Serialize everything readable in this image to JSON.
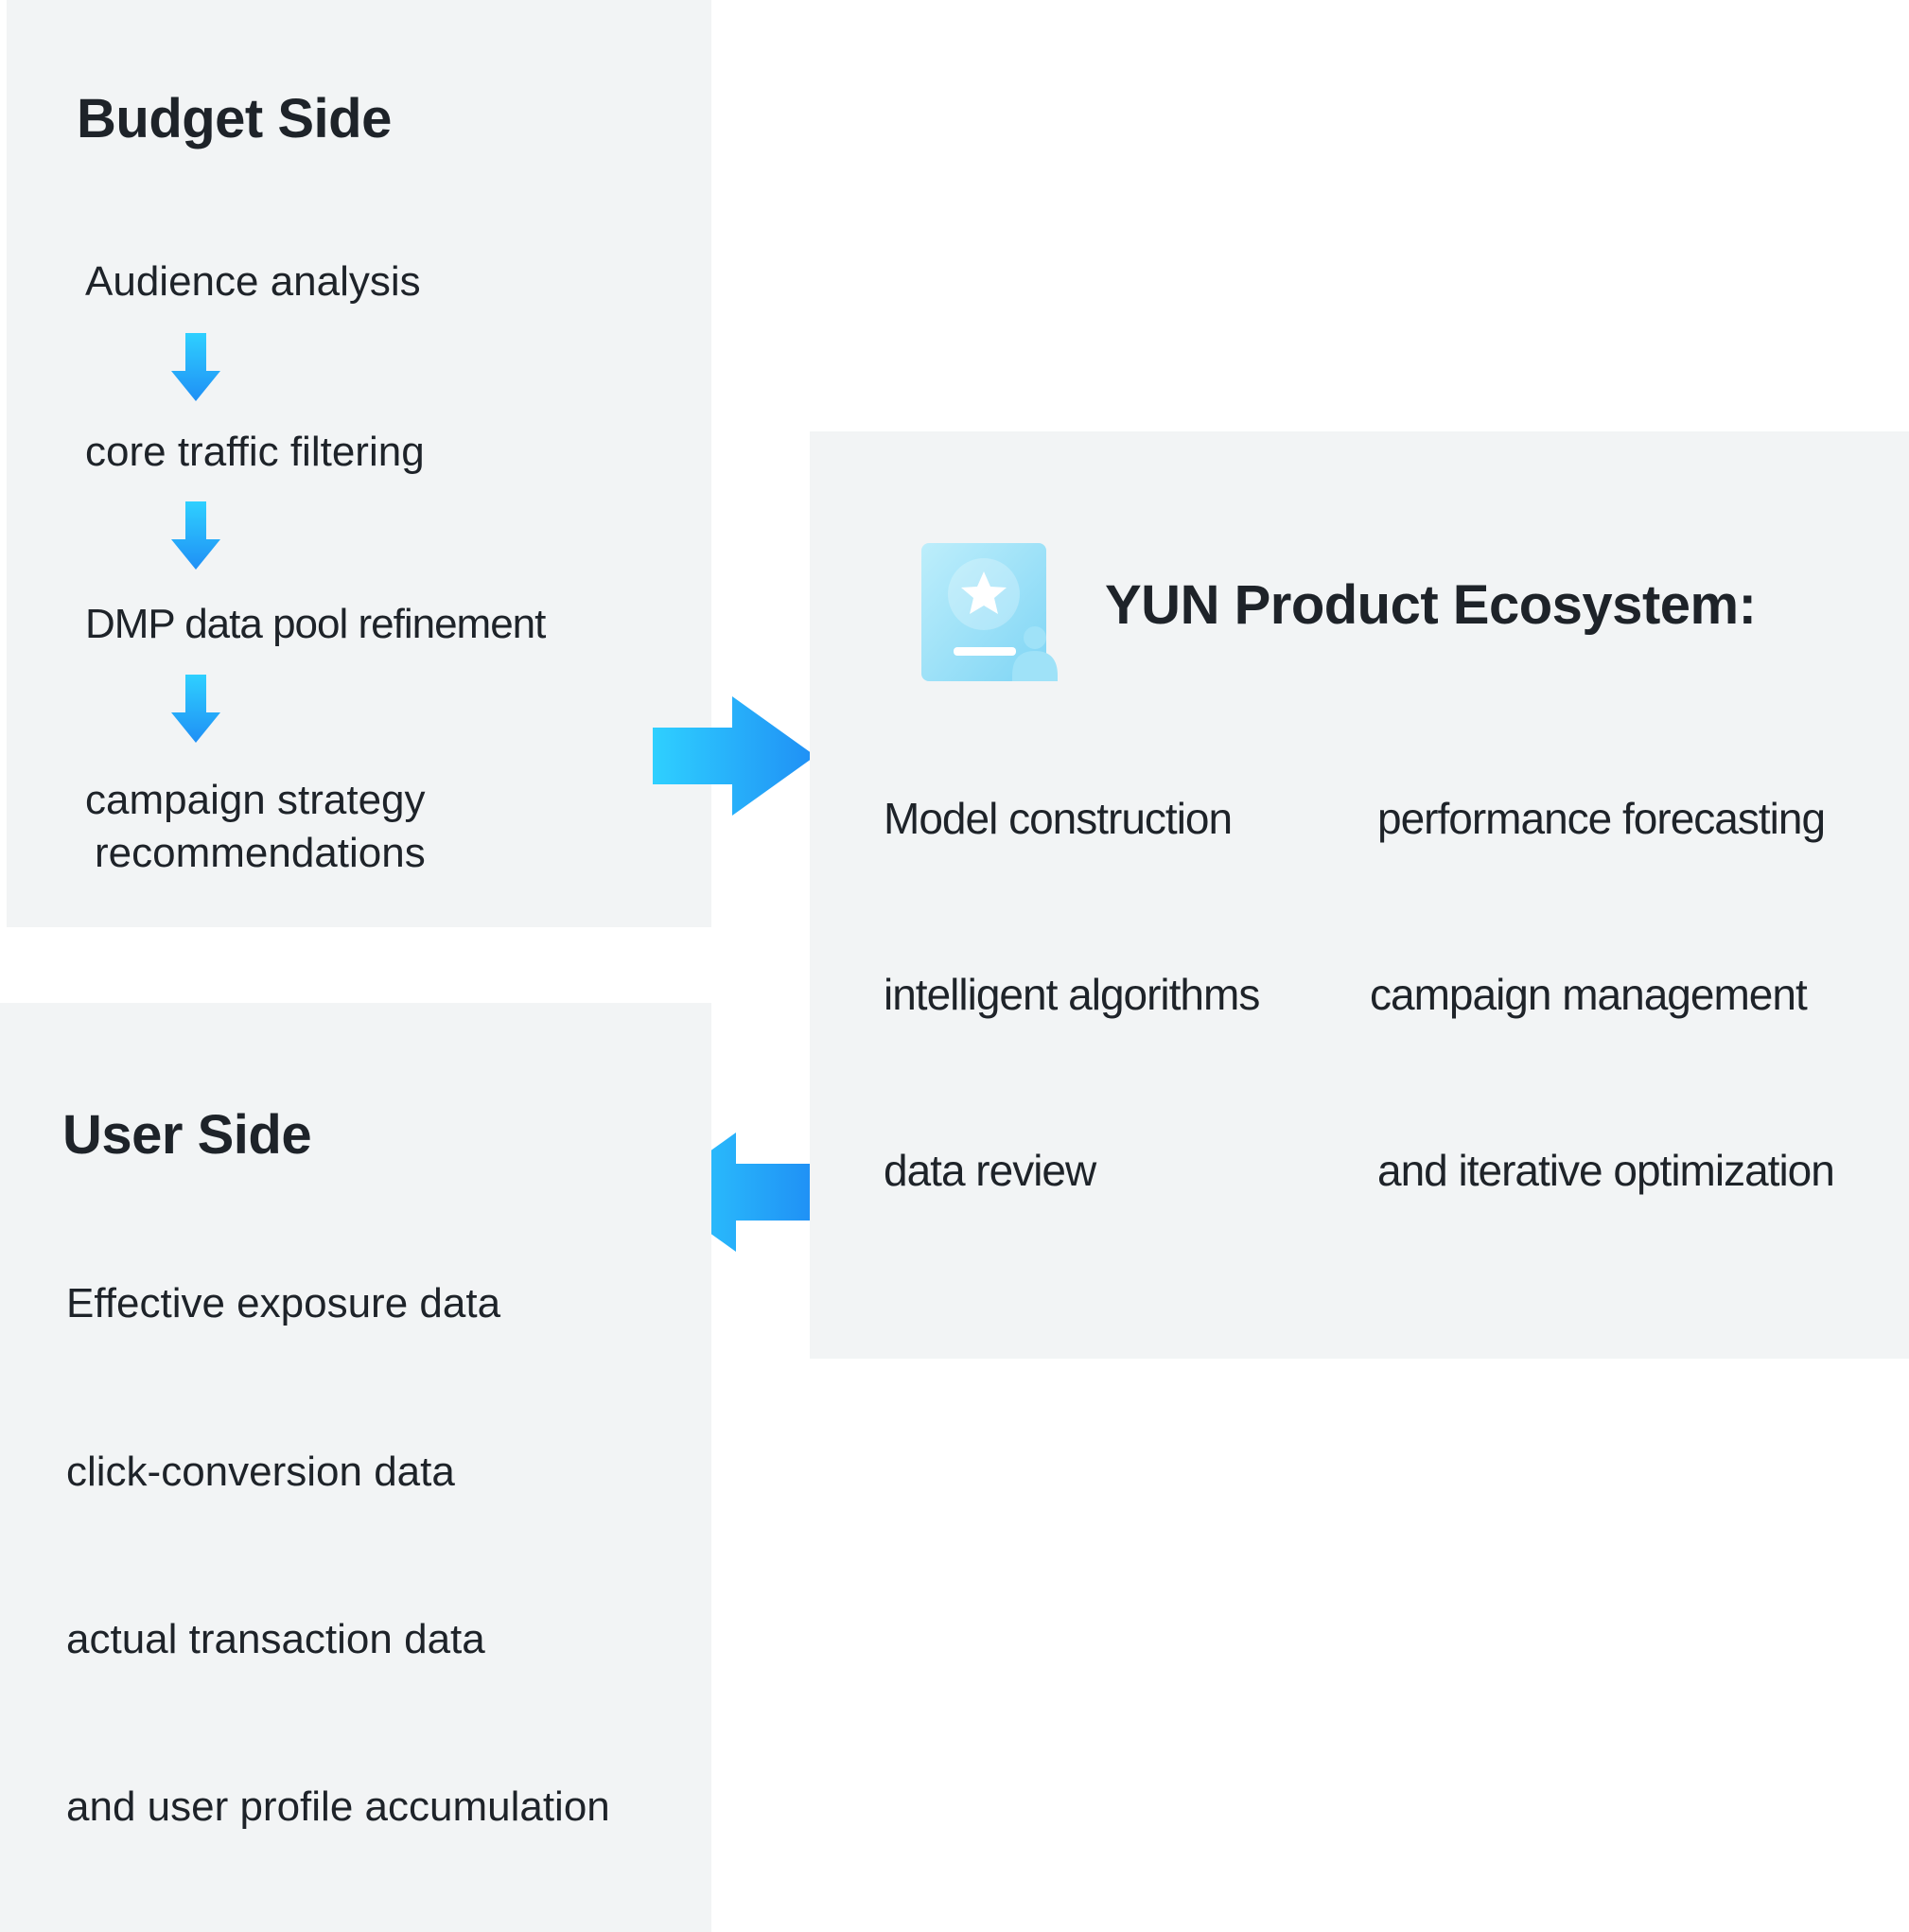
{
  "budget_side": {
    "title": "Budget Side",
    "steps": [
      "Audience analysis",
      "core traffic filtering",
      "DMP data pool refinement",
      "campaign strategy",
      "recommendations"
    ]
  },
  "ecosystem": {
    "title": "YUN Product Ecosystem:",
    "icon": "certificate-icon",
    "items": [
      "Model construction",
      "performance forecasting",
      "intelligent algorithms",
      "campaign management",
      "data review",
      "and iterative optimization"
    ]
  },
  "user_side": {
    "title": "User Side",
    "items": [
      "Effective exposure data",
      "click-conversion data",
      "actual transaction data",
      "and user profile accumulation"
    ]
  },
  "colors": {
    "panel_bg": "#f2f4f5",
    "arrow_light": "#2fd0ff",
    "arrow_dark": "#1f8ff5",
    "text": "#1e2329"
  }
}
